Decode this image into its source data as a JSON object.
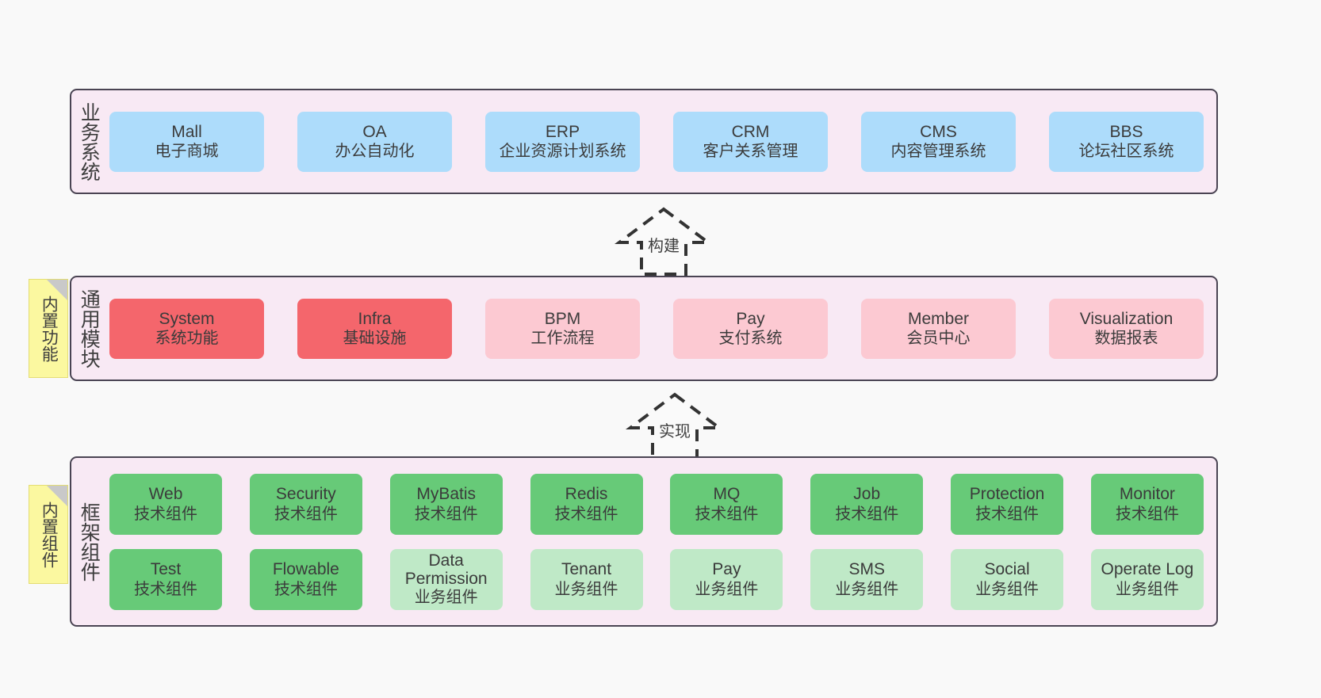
{
  "diagram": {
    "title": "ruoyi-vue-pro architecture layers",
    "colors": {
      "canvas_bg": "#f9f9f9",
      "layer_bg": "#f8e9f4",
      "layer_border": "#4a4453",
      "blue": "#addcfb",
      "red": "#f4666c",
      "pink": "#fcc9d2",
      "green": "#67ca78",
      "light_green": "#bfe9c7",
      "note_yellow": "#fbf8a0",
      "note_fold": "#c9c9c9",
      "text": "#3b3b3b"
    }
  },
  "layers": [
    {
      "id": "business-system",
      "title": "业务系统",
      "rows": [
        [
          {
            "en": "Mall",
            "cn": "电子商城",
            "color": "blue"
          },
          {
            "en": "OA",
            "cn": "办公自动化",
            "color": "blue"
          },
          {
            "en": "ERP",
            "cn": "企业资源计划系统",
            "color": "blue"
          },
          {
            "en": "CRM",
            "cn": "客户关系管理",
            "color": "blue"
          },
          {
            "en": "CMS",
            "cn": "内容管理系统",
            "color": "blue"
          },
          {
            "en": "BBS",
            "cn": "论坛社区系统",
            "color": "blue"
          }
        ]
      ]
    },
    {
      "id": "common-module",
      "title": "通用模块",
      "note": "内置功能",
      "rows": [
        [
          {
            "en": "System",
            "cn": "系统功能",
            "color": "red"
          },
          {
            "en": "Infra",
            "cn": "基础设施",
            "color": "red"
          },
          {
            "en": "BPM",
            "cn": "工作流程",
            "color": "pink"
          },
          {
            "en": "Pay",
            "cn": "支付系统",
            "color": "pink"
          },
          {
            "en": "Member",
            "cn": "会员中心",
            "color": "pink"
          },
          {
            "en": "Visualization",
            "cn": "数据报表",
            "color": "pink"
          }
        ]
      ]
    },
    {
      "id": "framework-component",
      "title": "框架组件",
      "note": "内置组件",
      "rows": [
        [
          {
            "en": "Web",
            "cn": "技术组件",
            "color": "green"
          },
          {
            "en": "Security",
            "cn": "技术组件",
            "color": "green"
          },
          {
            "en": "MyBatis",
            "cn": "技术组件",
            "color": "green"
          },
          {
            "en": "Redis",
            "cn": "技术组件",
            "color": "green"
          },
          {
            "en": "MQ",
            "cn": "技术组件",
            "color": "green"
          },
          {
            "en": "Job",
            "cn": "技术组件",
            "color": "green"
          },
          {
            "en": "Protection",
            "cn": "技术组件",
            "color": "green"
          },
          {
            "en": "Monitor",
            "cn": "技术组件",
            "color": "green"
          }
        ],
        [
          {
            "en": "Test",
            "cn": "技术组件",
            "color": "green"
          },
          {
            "en": "Flowable",
            "cn": "技术组件",
            "color": "green"
          },
          {
            "en": "Data Permission",
            "cn": "业务组件",
            "color": "lgreen"
          },
          {
            "en": "Tenant",
            "cn": "业务组件",
            "color": "lgreen"
          },
          {
            "en": "Pay",
            "cn": "业务组件",
            "color": "lgreen"
          },
          {
            "en": "SMS",
            "cn": "业务组件",
            "color": "lgreen"
          },
          {
            "en": "Social",
            "cn": "业务组件",
            "color": "lgreen"
          },
          {
            "en": "Operate Log",
            "cn": "业务组件",
            "color": "lgreen"
          }
        ]
      ]
    }
  ],
  "connectors": [
    {
      "id": "build",
      "label": "构建"
    },
    {
      "id": "implement",
      "label": "实现"
    }
  ]
}
